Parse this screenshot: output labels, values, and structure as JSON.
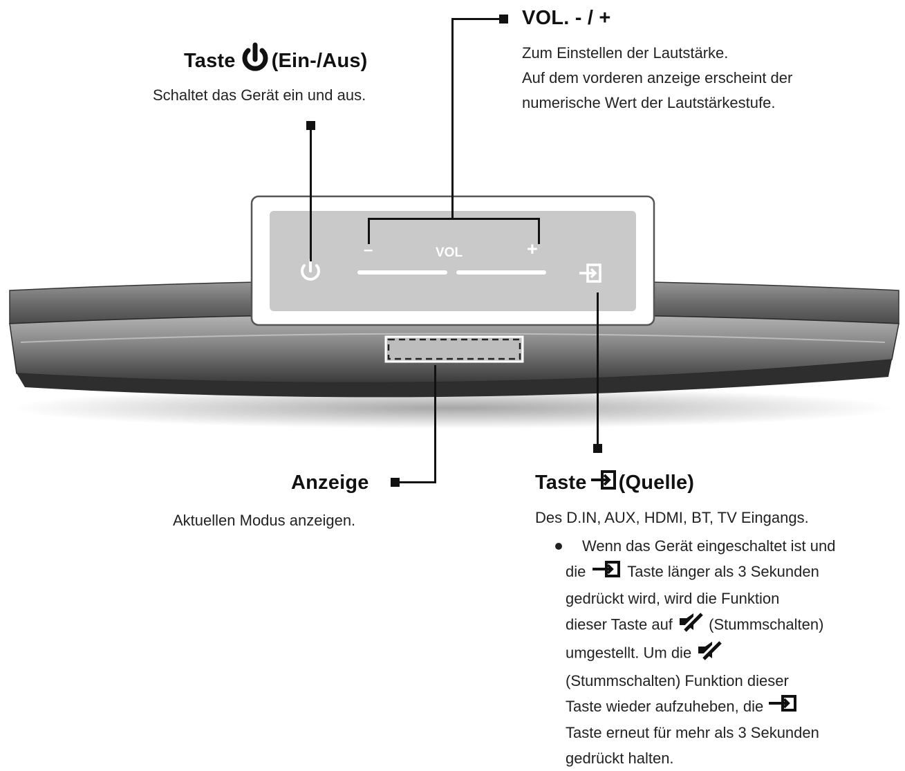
{
  "power_callout": {
    "title_prefix": "Taste",
    "title_suffix": "(Ein-/Aus)",
    "description": "Schaltet das Gerät ein und aus."
  },
  "vol_callout": {
    "title": "VOL. - / +",
    "description_lines": [
      "Zum Einstellen der Lautstärke.",
      "Auf dem vorderen anzeige erscheint der",
      "numerische Wert der Lautstärkestufe."
    ]
  },
  "display_callout": {
    "title": "Anzeige",
    "description": "Aktuellen Modus anzeigen."
  },
  "source_callout": {
    "title_prefix": "Taste",
    "title_suffix": "(Quelle)",
    "description": "Des D.IN, AUX, HDMI, BT, TV Eingangs.",
    "note_segments": [
      "Wenn das Gerät eingeschaltet ist und",
      "die",
      "Taste länger als 3 Sekunden",
      "gedrückt wird, wird die Funktion",
      "dieser Taste auf",
      "(Stummschalten)",
      "umgestellt. Um die",
      "(Stummschalten) Funktion dieser",
      "Taste wieder aufzuheben, die",
      "Taste erneut für mehr als 3 Sekunden",
      "gedrückt halten."
    ]
  },
  "device_panel": {
    "minus_label": "–",
    "vol_label": "VOL",
    "plus_label": "+"
  },
  "icons": {
    "power": "power-icon",
    "source": "source-input-icon",
    "mute": "mute-icon"
  },
  "colors": {
    "ink": "#111111",
    "panel": "#c8c8c8",
    "bar": "#7a7a7a"
  }
}
